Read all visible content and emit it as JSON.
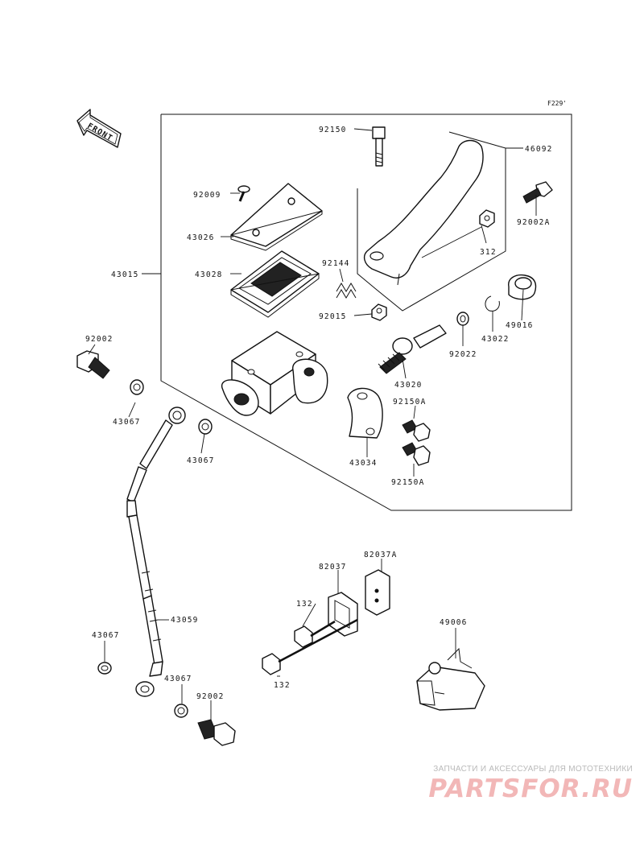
{
  "figure_code": "F229'",
  "front_label": "FRONT",
  "parts": {
    "p92150": "92150",
    "p46092": "46092",
    "p92009": "92009",
    "p92002A": "92002A",
    "p43026": "43026",
    "p312": "312",
    "p92144": "92144",
    "p43028": "43028",
    "p43015": "43015",
    "p92015": "92015",
    "p49016": "49016",
    "p43022": "43022",
    "p92022": "92022",
    "p92002_top": "92002",
    "p43020": "43020",
    "p92150A_top": "92150A",
    "p43067_a": "43067",
    "p43067_b": "43067",
    "p43034": "43034",
    "p92150A_bot": "92150A",
    "p82037A": "82037A",
    "p82037": "82037",
    "p132_top": "132",
    "p49006": "49006",
    "p43059": "43059",
    "p43067_c": "43067",
    "p132_bot": "132",
    "p43067_d": "43067",
    "p92002_bot": "92002"
  },
  "watermark": {
    "tagline": "ЗАПЧАСТИ И АКСЕССУАРЫ ДЛЯ МОТОТЕХНИКИ",
    "logo": "PARTSFOR.RU"
  }
}
